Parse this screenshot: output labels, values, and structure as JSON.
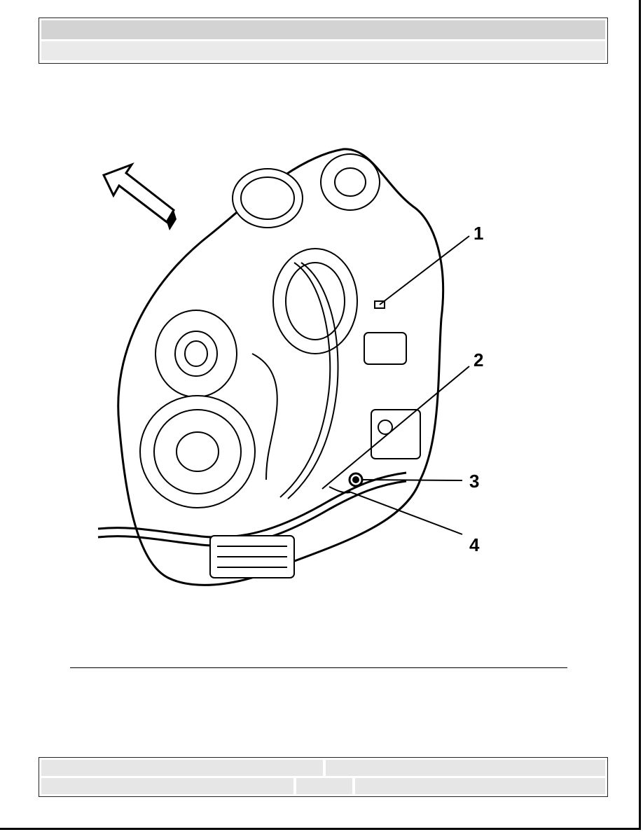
{
  "header": {
    "title": "",
    "subtitle": ""
  },
  "figure": {
    "callouts": [
      "1",
      "2",
      "3",
      "4"
    ],
    "icons": [
      "direction-arrow-icon"
    ]
  },
  "footer": {
    "cells": [
      "",
      "",
      "",
      "",
      ""
    ]
  }
}
